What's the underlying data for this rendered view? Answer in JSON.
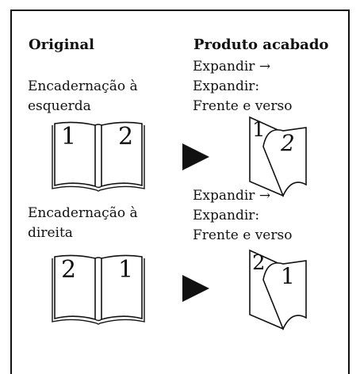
{
  "header": {
    "left_title": "Original",
    "right_title": "Produto acabado"
  },
  "rows": [
    {
      "original_label_line1": "Encadernação à",
      "original_label_line2": "esquerda",
      "book_left_number": "1",
      "book_right_number": "2",
      "result_line1": "Expandir →",
      "result_line2": "Expandir:",
      "result_line3": "Frente e verso",
      "sheet_back_number": "1",
      "sheet_front_number": "2"
    },
    {
      "original_label_line1": "Encadernação à",
      "original_label_line2": "direita",
      "book_left_number": "2",
      "book_right_number": "1",
      "result_line1": "Expandir →",
      "result_line2": "Expandir:",
      "result_line3": "Frente e verso",
      "sheet_back_number": "2",
      "sheet_front_number": "1"
    }
  ],
  "icons": {
    "arrow": "play-triangle-icon",
    "open_book": "open-book-icon",
    "folded_sheet": "folded-sheet-icon"
  }
}
